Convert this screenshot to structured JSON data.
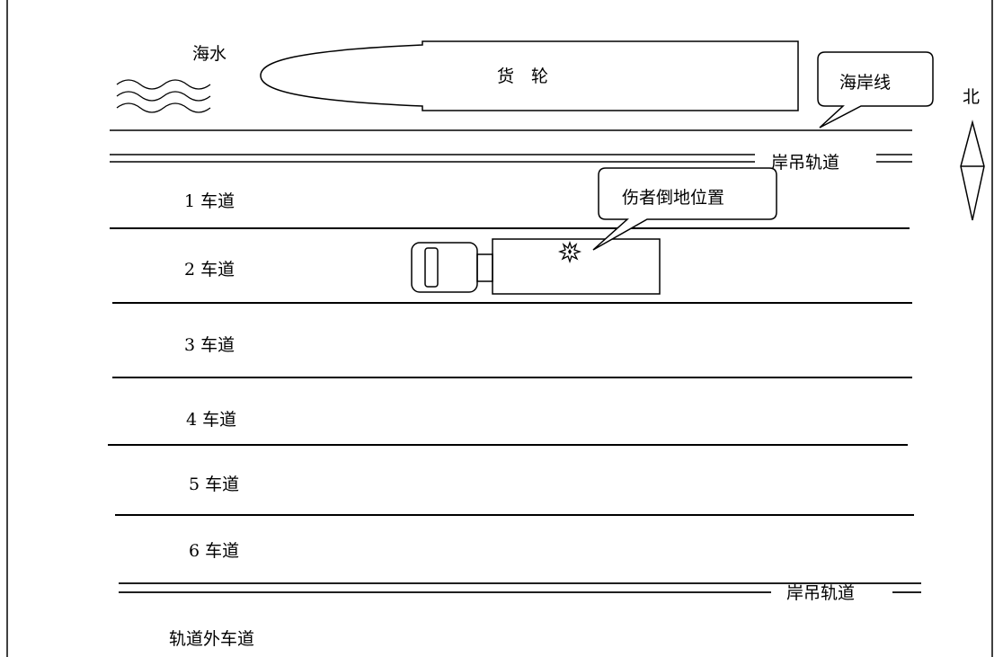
{
  "labels": {
    "sea_water": "海水",
    "cargo_ship": "货　轮",
    "coastline": "海岸线",
    "north": "北",
    "crane_track_top": "岸吊轨道",
    "crane_track_bottom": "岸吊轨道",
    "injured_location": "伤者倒地位置",
    "outer_lane": "轨道外车道"
  },
  "lanes": [
    {
      "label": "1 车道"
    },
    {
      "label": "2 车道"
    },
    {
      "label": "3 车道"
    },
    {
      "label": "4 车道"
    },
    {
      "label": "5 车道"
    },
    {
      "label": "6 车道"
    }
  ],
  "colors": {
    "stroke": "#000000",
    "background": "#ffffff"
  },
  "icons": {
    "impact": "burst-icon",
    "waves": "wave-icon",
    "compass": "north-arrow-icon"
  }
}
